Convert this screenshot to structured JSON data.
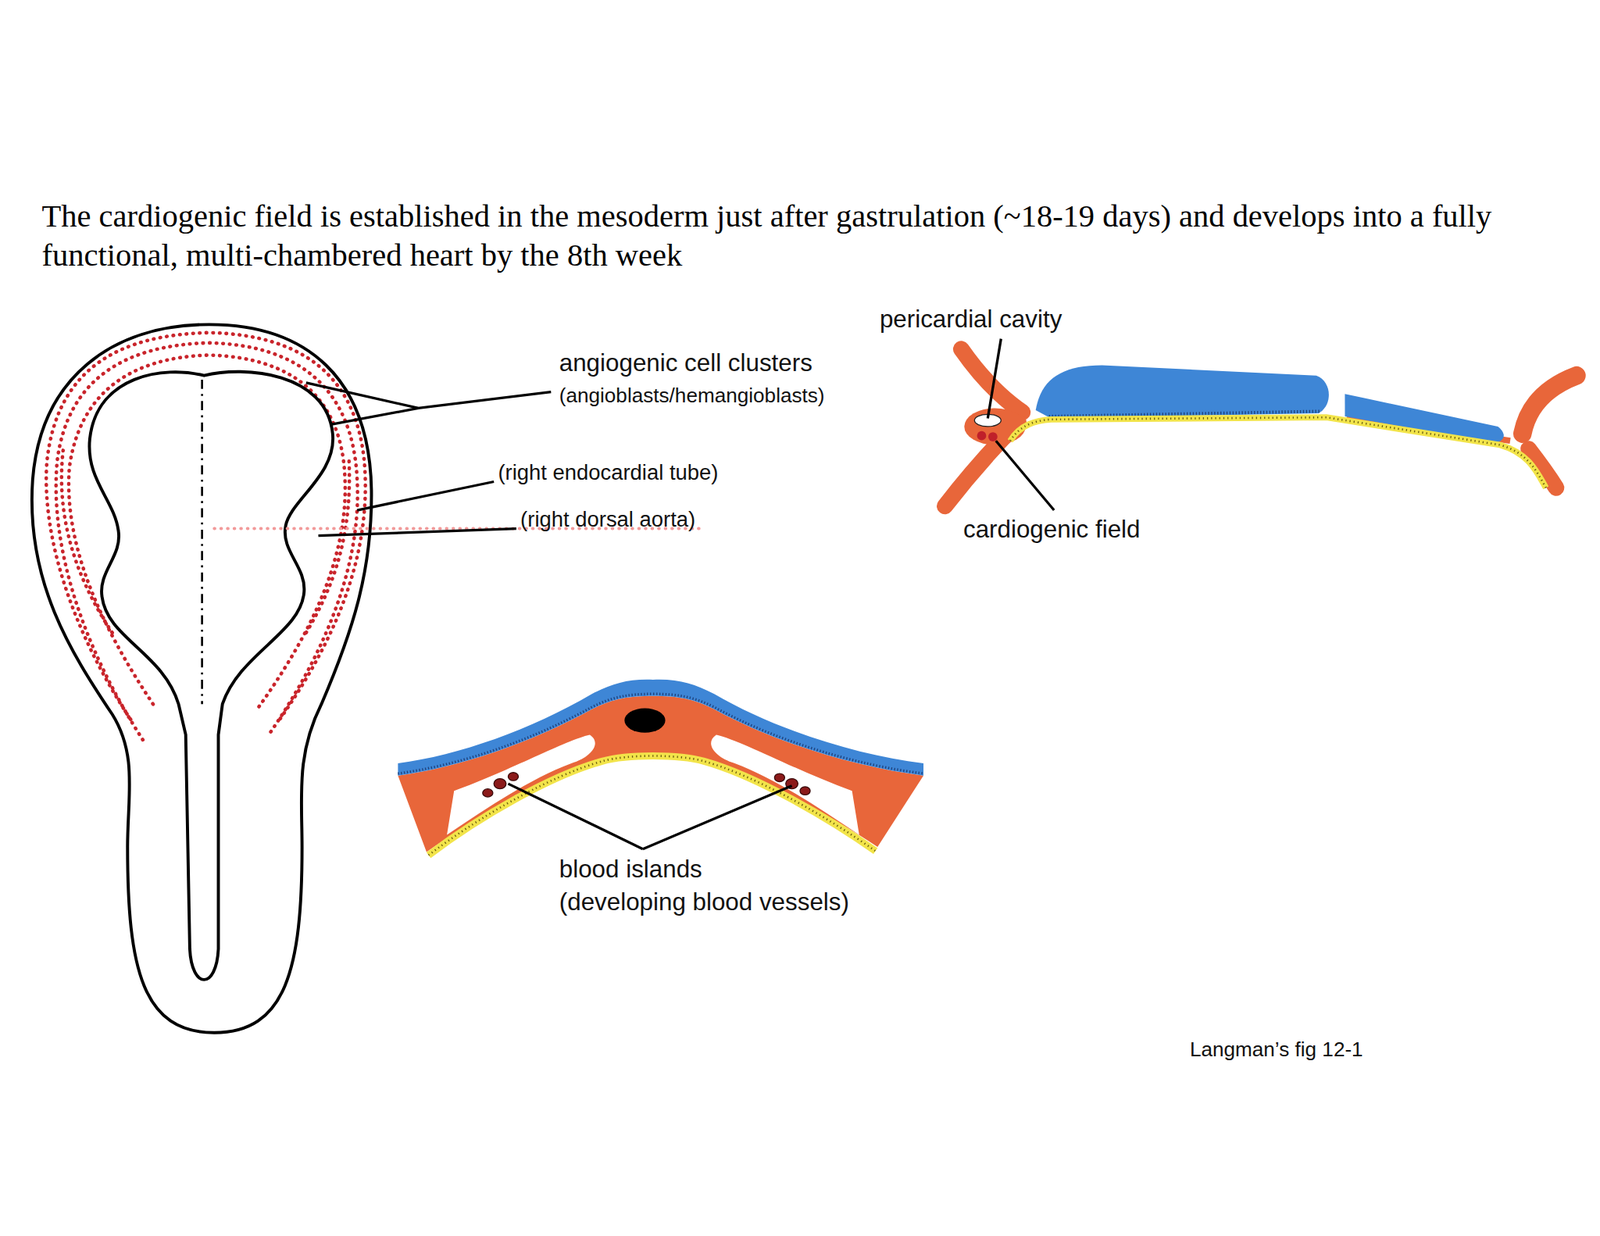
{
  "diagram": {
    "title": "The cardiogenic field is established in the mesoderm just after gastrulation (~18-19 days) and develops into a fully functional, multi-chambered heart by the 8th week",
    "labels": [
      "pericardial cavity",
      "angiogenic cell clusters",
      "(angioblasts/hemangioblasts)",
      "(right endocardial tube)",
      "(right dorsal aorta)",
      "cardiogenic field",
      "blood islands",
      "(developing blood vessels)",
      "Langman’s fig 12-1"
    ]
  }
}
